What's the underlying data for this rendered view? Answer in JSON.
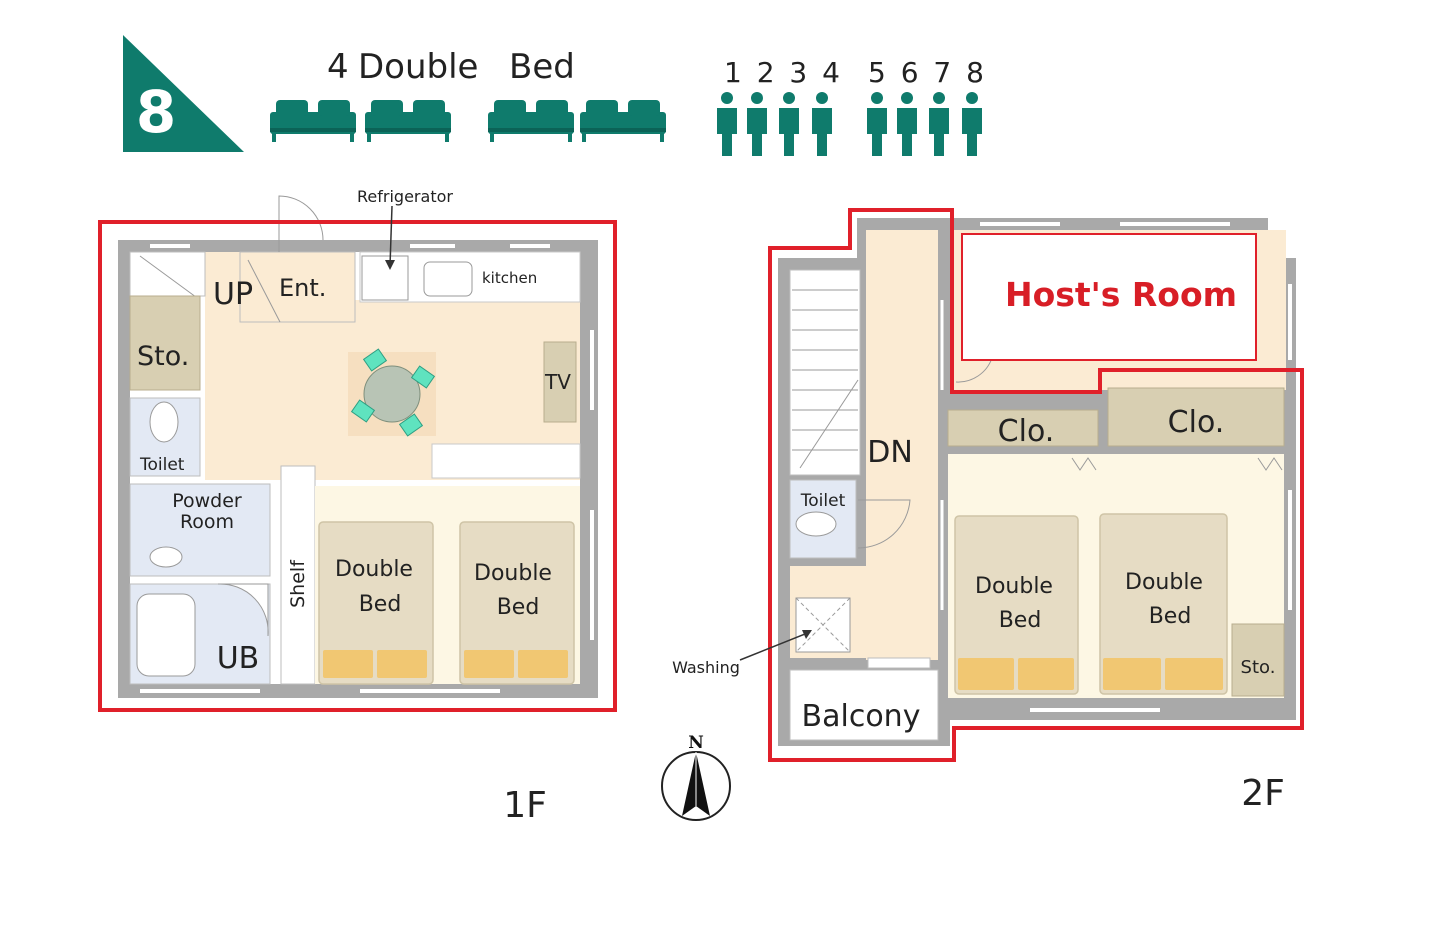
{
  "header": {
    "guest_count": "8",
    "bed_summary_count": "4",
    "bed_summary_type": "Double",
    "bed_summary_word": "Bed",
    "person_numbers_a": "1 2 3 4",
    "person_numbers_b": "5 6 7 8"
  },
  "floor1": {
    "floor_label": "1F",
    "refrigerator_label": "Refrigerator",
    "up_label": "UP",
    "entrance_label": "Ent.",
    "kitchen_label": "kitchen",
    "storage_label": "Sto.",
    "tv_label": "TV",
    "toilet_label": "Toilet",
    "powder_room_line1": "Powder",
    "powder_room_line2": "Room",
    "shelf_label": "Shelf",
    "bath_label": "UB",
    "bed_a_line1": "Double",
    "bed_a_line2": "Bed",
    "bed_b_line1": "Double",
    "bed_b_line2": "Bed"
  },
  "floor2": {
    "floor_label": "2F",
    "host_room_label": "Host's Room",
    "down_label": "DN",
    "toilet_label": "Toilet",
    "washing_label": "Washing",
    "balcony_label": "Balcony",
    "closet_a_label": "Clo.",
    "closet_b_label": "Clo.",
    "storage_label": "Sto.",
    "bed_a_line1": "Double",
    "bed_a_line2": "Bed",
    "bed_b_line1": "Double",
    "bed_b_line2": "Bed"
  },
  "compass": {
    "north_label": "N"
  },
  "colors": {
    "brand_teal": "#0f7b6c",
    "highlight_red": "#e0202a",
    "wall_gray": "#a9a9a9",
    "floor_beige": "#fbebd3",
    "bedroom_cream": "#fdf7e4",
    "storage_tan": "#d8cfb2",
    "wet_blue": "#e3e9f4",
    "bed_pillow": "#f1c772",
    "host_text": "#d81e26"
  }
}
